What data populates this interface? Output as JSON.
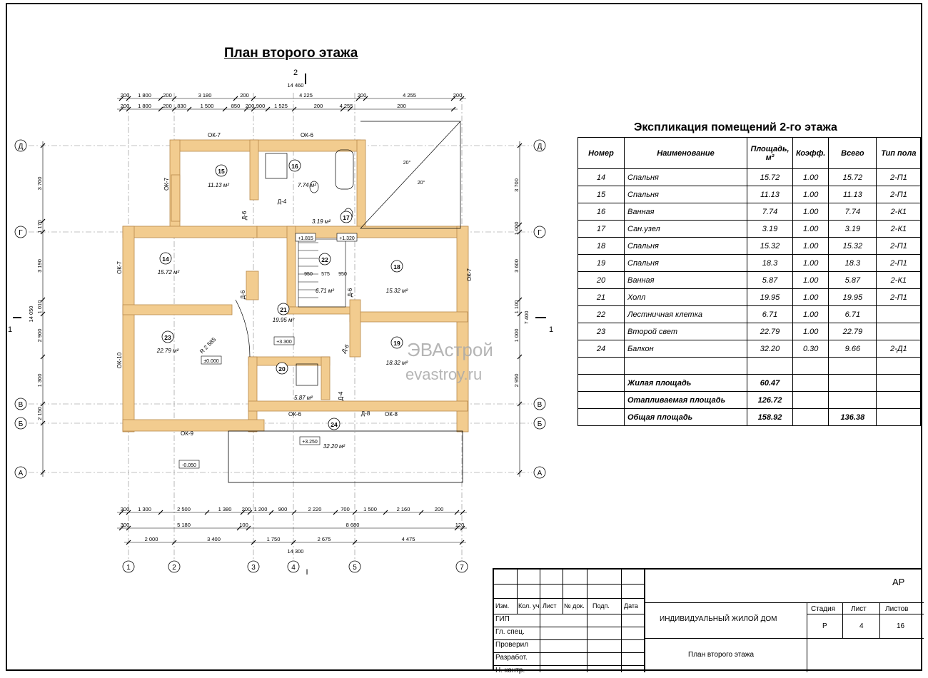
{
  "plan": {
    "title": "План второго этажа",
    "section_mark_top": "2",
    "section_mark_left": "1",
    "section_mark_right": "1",
    "section_mark_bottom": "I",
    "axes_x": [
      "1",
      "2",
      "3",
      "4",
      "5",
      "7"
    ],
    "axes_y": [
      "Д",
      "Г",
      "В",
      "Б",
      "А"
    ],
    "dims_top_total": "14 460",
    "dims_top_row1": [
      "200",
      "1 800",
      "200",
      "3 180",
      "200",
      "4 225",
      "200",
      "4 255",
      "200"
    ],
    "dims_top_row2": [
      "200",
      "1 800",
      "200",
      "830",
      "1 500",
      "850",
      "200",
      "900",
      "1 525",
      "200",
      "4 255",
      "200"
    ],
    "dims_bottom_row1": [
      "300",
      "1 300",
      "2 500",
      "1 380",
      "200",
      "1 200",
      "900",
      "2 220",
      "700",
      "1 500",
      "2 160",
      "200"
    ],
    "dims_bottom_row2": [
      "300",
      "5 180",
      "100",
      "8 680",
      "120"
    ],
    "dims_bottom_row3": [
      "2 000",
      "3 400",
      "1 750",
      "2 675",
      "4 475"
    ],
    "dims_bottom_total": "14 300",
    "dims_left_total": "14 050",
    "dims_left_row": [
      "3 700",
      "1 170",
      "3 190",
      "1 010",
      "2 900",
      "1 300",
      "2 150"
    ],
    "dims_right_total": "7 400",
    "dims_right_row": [
      "3 700",
      "1 000",
      "3 600",
      "1 100",
      "1 000",
      "2 950"
    ],
    "rooms": [
      {
        "num": "15",
        "area": "11.13 м²"
      },
      {
        "num": "16",
        "area": "7.74 м²"
      },
      {
        "num": "17",
        "area": "3.19 м²"
      },
      {
        "num": "14",
        "area": "15.72 м²"
      },
      {
        "num": "22",
        "area": "6.71 м²"
      },
      {
        "num": "18",
        "area": "15.32 м²"
      },
      {
        "num": "21",
        "area": "19.95 м²"
      },
      {
        "num": "23",
        "area": "22.79 м²"
      },
      {
        "num": "19",
        "area": "18.32 м²"
      },
      {
        "num": "20",
        "area": "5.87 м²"
      },
      {
        "num": "24",
        "area": "32.20 м²"
      }
    ],
    "windows": [
      "ОК-7",
      "ОК-6",
      "ОК-7",
      "ОК-7",
      "ОК-10",
      "ОК-9",
      "ОК-6",
      "ОК-8",
      "ОК-7"
    ],
    "doors": [
      "Д-4",
      "Д-6",
      "Д-6",
      "Д-6",
      "Д-6",
      "Д-4",
      "Д-8"
    ],
    "levels": [
      "+3.300",
      "±0.000",
      "+3.250",
      "-0.050",
      "+1.815",
      "+1.320"
    ],
    "radius": "R 2 585",
    "stair_dims": [
      "950",
      "575",
      "950"
    ],
    "roof_angles": [
      "20°",
      "20°"
    ]
  },
  "explication": {
    "title": "Экспликация помещений 2-го этажа",
    "headers": [
      "Номер",
      "Наименование",
      "Площадь, м²",
      "Коэфф.",
      "Всего",
      "Тип пола"
    ],
    "rows": [
      [
        "14",
        "Спальня",
        "15.72",
        "1.00",
        "15.72",
        "2-П1"
      ],
      [
        "15",
        "Спальня",
        "11.13",
        "1.00",
        "11.13",
        "2-П1"
      ],
      [
        "16",
        "Ванная",
        "7.74",
        "1.00",
        "7.74",
        "2-К1"
      ],
      [
        "17",
        "Сан.узел",
        "3.19",
        "1.00",
        "3.19",
        "2-К1"
      ],
      [
        "18",
        "Спальня",
        "15.32",
        "1.00",
        "15.32",
        "2-П1"
      ],
      [
        "19",
        "Спальня",
        "18.3",
        "1.00",
        "18.3",
        "2-П1"
      ],
      [
        "20",
        "Ванная",
        "5.87",
        "1.00",
        "5.87",
        "2-К1"
      ],
      [
        "21",
        "Холл",
        "19.95",
        "1.00",
        "19.95",
        "2-П1"
      ],
      [
        "22",
        "Лестничная клетка",
        "6.71",
        "1.00",
        "6.71",
        ""
      ],
      [
        "23",
        "Второй свет",
        "22.79",
        "1.00",
        "22.79",
        ""
      ],
      [
        "24",
        "Балкон",
        "32.20",
        "0.30",
        "9.66",
        "2-Д1"
      ],
      [
        "",
        "",
        "",
        "",
        "",
        ""
      ]
    ],
    "totals": [
      {
        "label": "Жилая площадь",
        "value": "60.47",
        "total": ""
      },
      {
        "label": "Отапливаемая площадь",
        "value": "126.72",
        "total": ""
      },
      {
        "label": "Общая площадь",
        "value": "158.92",
        "total": "136.38"
      }
    ]
  },
  "watermark": {
    "logo": "ЭВАстрой",
    "site": "evastroy.ru"
  },
  "stamp": {
    "code": "АР",
    "cols": [
      "Изм.",
      "Кол. уч.",
      "Лист",
      "№ док.",
      "Подп.",
      "Дата"
    ],
    "roles": [
      "ГИП",
      "Гл. спец.",
      "Проверил",
      "Разработ.",
      "Н. контр."
    ],
    "project": "ИНДИВИДУАЛЬНЫЙ ЖИЛОЙ ДОМ",
    "sheet_title": "План второго этажа",
    "stage_label": "Стадия",
    "sheet_label": "Лист",
    "sheets_label": "Листов",
    "stage": "Р",
    "sheet": "4",
    "sheets": "16"
  }
}
